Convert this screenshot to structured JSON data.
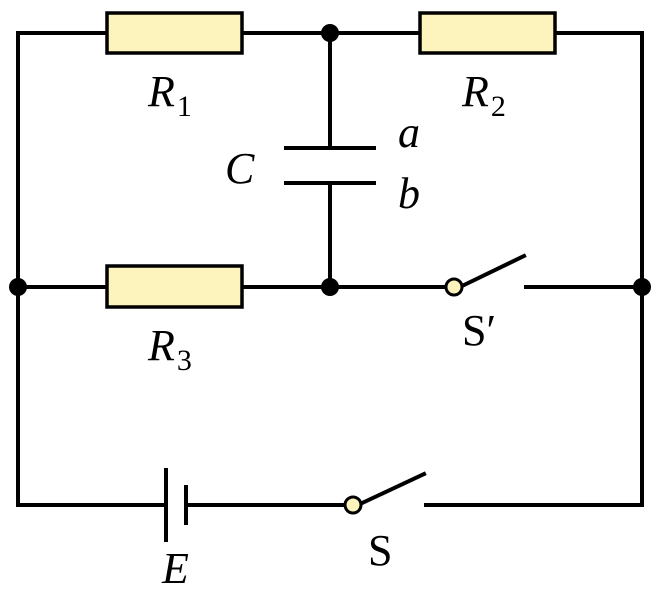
{
  "components": {
    "r1": {
      "letter": "R",
      "sub": "1"
    },
    "r2": {
      "letter": "R",
      "sub": "2"
    },
    "r3": {
      "letter": "R",
      "sub": "3"
    },
    "capacitor": {
      "label": "C",
      "plate_top": "a",
      "plate_bottom": "b"
    },
    "switch_s_prime": {
      "label": "S′"
    },
    "switch_s": {
      "label": "S"
    },
    "battery": {
      "label": "E"
    }
  },
  "colors": {
    "resistor_fill": "#fdf3bc",
    "wire": "#000000"
  }
}
